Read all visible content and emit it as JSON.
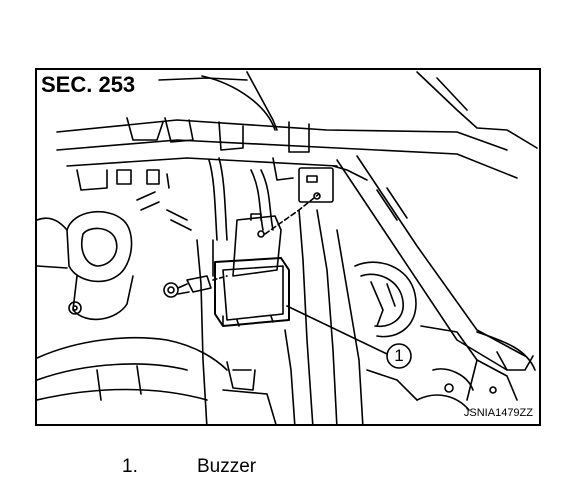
{
  "figure": {
    "section_label": "SEC. 253",
    "figure_code": "JSNIA1479ZZ",
    "callouts": [
      {
        "number": "1"
      }
    ]
  },
  "legend": [
    {
      "number": "1.",
      "label": "Buzzer"
    }
  ]
}
